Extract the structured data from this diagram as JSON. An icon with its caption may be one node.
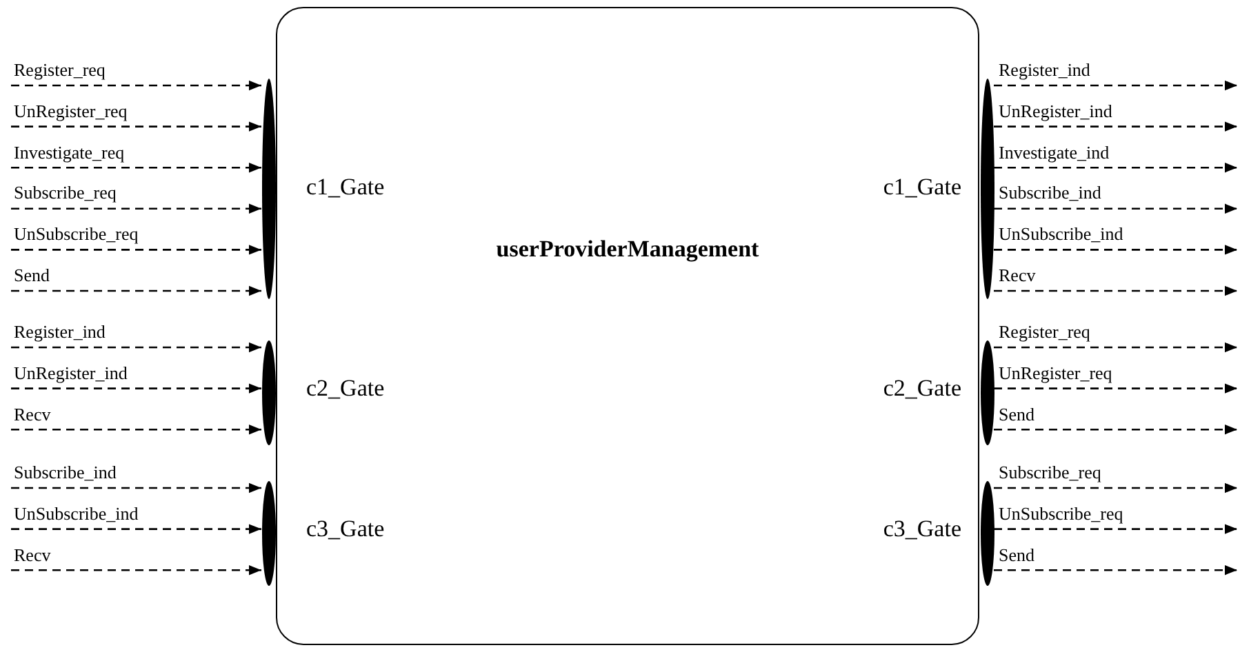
{
  "diagram": {
    "nodes": [
      {
        "text": [
          "userProviderManagement"
        ]
      },
      {
        "text": [],
        "shape": "ellipse"
      },
      {
        "text": [],
        "shape": "ellipse"
      },
      {
        "text": [],
        "shape": "ellipse"
      },
      {
        "text": [],
        "shape": "ellipse"
      },
      {
        "text": [],
        "shape": "ellipse"
      },
      {
        "text": [],
        "shape": "ellipse"
      }
    ],
    "labels": [
      "c1_Gate",
      "c1_Gate",
      "c2_Gate",
      "c2_Gate",
      "c3_Gate",
      "c3_Gate"
    ],
    "edges": [
      {
        "from": null,
        "to": 1,
        "arrow": "to",
        "label": "Register_req",
        "style": "dashed"
      },
      {
        "from": null,
        "to": 1,
        "arrow": "to",
        "label": "UnRegister_req",
        "style": "dashed"
      },
      {
        "from": null,
        "to": 1,
        "arrow": "to",
        "label": "Investigate_req",
        "style": "dashed"
      },
      {
        "from": null,
        "to": 1,
        "arrow": "to",
        "label": "Subscribe_req",
        "style": "dashed"
      },
      {
        "from": null,
        "to": 1,
        "arrow": "to",
        "label": "UnSubscribe_req",
        "style": "dashed"
      },
      {
        "from": null,
        "to": 1,
        "arrow": "to",
        "label": "Send",
        "style": "dashed"
      },
      {
        "from": 2,
        "to": null,
        "arrow": "to",
        "label": "Register_ind",
        "style": "dashed"
      },
      {
        "from": 2,
        "to": null,
        "arrow": "to",
        "label": "UnRegister_ind",
        "style": "dashed"
      },
      {
        "from": 2,
        "to": null,
        "arrow": "to",
        "label": "Investigate_ind",
        "style": "dashed"
      },
      {
        "from": 2,
        "to": null,
        "arrow": "to",
        "label": "Subscribe_ind",
        "style": "dashed"
      },
      {
        "from": 2,
        "to": null,
        "arrow": "to",
        "label": "UnSubscribe_ind",
        "style": "dashed"
      },
      {
        "from": 2,
        "to": null,
        "arrow": "to",
        "label": "Recv",
        "style": "dashed"
      },
      {
        "from": null,
        "to": 3,
        "arrow": "to",
        "label": "Register_ind",
        "style": "dashed"
      },
      {
        "from": null,
        "to": 3,
        "arrow": "to",
        "label": "UnRegister_ind",
        "style": "dashed"
      },
      {
        "from": null,
        "to": 3,
        "arrow": "to",
        "label": "Recv",
        "style": "dashed"
      },
      {
        "from": 4,
        "to": null,
        "arrow": "to",
        "label": "Register_req",
        "style": "dashed"
      },
      {
        "from": 4,
        "to": null,
        "arrow": "to",
        "label": "UnRegister_req",
        "style": "dashed"
      },
      {
        "from": 4,
        "to": null,
        "arrow": "to",
        "label": "Send",
        "style": "dashed"
      },
      {
        "from": null,
        "to": 5,
        "arrow": "to",
        "label": "Subscribe_ind",
        "style": "dashed"
      },
      {
        "from": null,
        "to": 5,
        "arrow": "to",
        "label": "UnSubscribe_ind",
        "style": "dashed"
      },
      {
        "from": null,
        "to": 5,
        "arrow": "to",
        "label": "Recv",
        "style": "dashed"
      },
      {
        "from": 6,
        "to": null,
        "arrow": "to",
        "label": "Subscribe_req",
        "style": "dashed"
      },
      {
        "from": 6,
        "to": null,
        "arrow": "to",
        "label": "UnSubscribe_req",
        "style": "dashed"
      },
      {
        "from": 6,
        "to": null,
        "arrow": "to",
        "label": "Send",
        "style": "dashed"
      }
    ]
  }
}
